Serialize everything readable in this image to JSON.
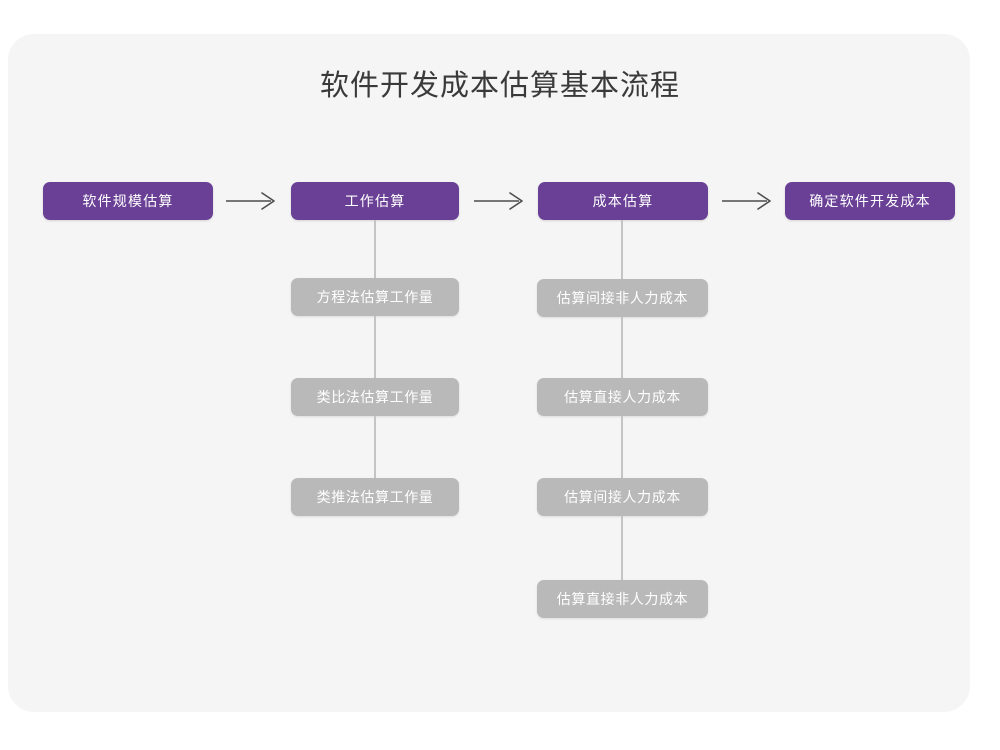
{
  "title": "软件开发成本估算基本流程",
  "colors": {
    "page_background": "#ffffff",
    "card_background": "#f5f5f5",
    "stage_purple": "#6a4096",
    "sub_grey": "#b9b9b9",
    "connector_grey": "#c4c4c4",
    "title_text": "#3a3a3a",
    "box_text": "#ffffff",
    "arrow": "#4d4d4d"
  },
  "flow": {
    "stages": [
      {
        "label": "软件规模估算"
      },
      {
        "label": "工作估算"
      },
      {
        "label": "成本估算"
      },
      {
        "label": "确定软件开发成本"
      }
    ],
    "arrows": [
      {
        "glyph": "right-arrow"
      },
      {
        "glyph": "right-arrow"
      },
      {
        "glyph": "right-arrow"
      }
    ]
  },
  "branches": [
    {
      "parent": "工作估算",
      "items": [
        {
          "label": "方程法估算工作量"
        },
        {
          "label": "类比法估算工作量"
        },
        {
          "label": "类推法估算工作量"
        }
      ]
    },
    {
      "parent": "成本估算",
      "items": [
        {
          "label": "估算间接非人力成本"
        },
        {
          "label": "估算直接人力成本"
        },
        {
          "label": "估算间接人力成本"
        },
        {
          "label": "估算直接非人力成本"
        }
      ]
    }
  ]
}
